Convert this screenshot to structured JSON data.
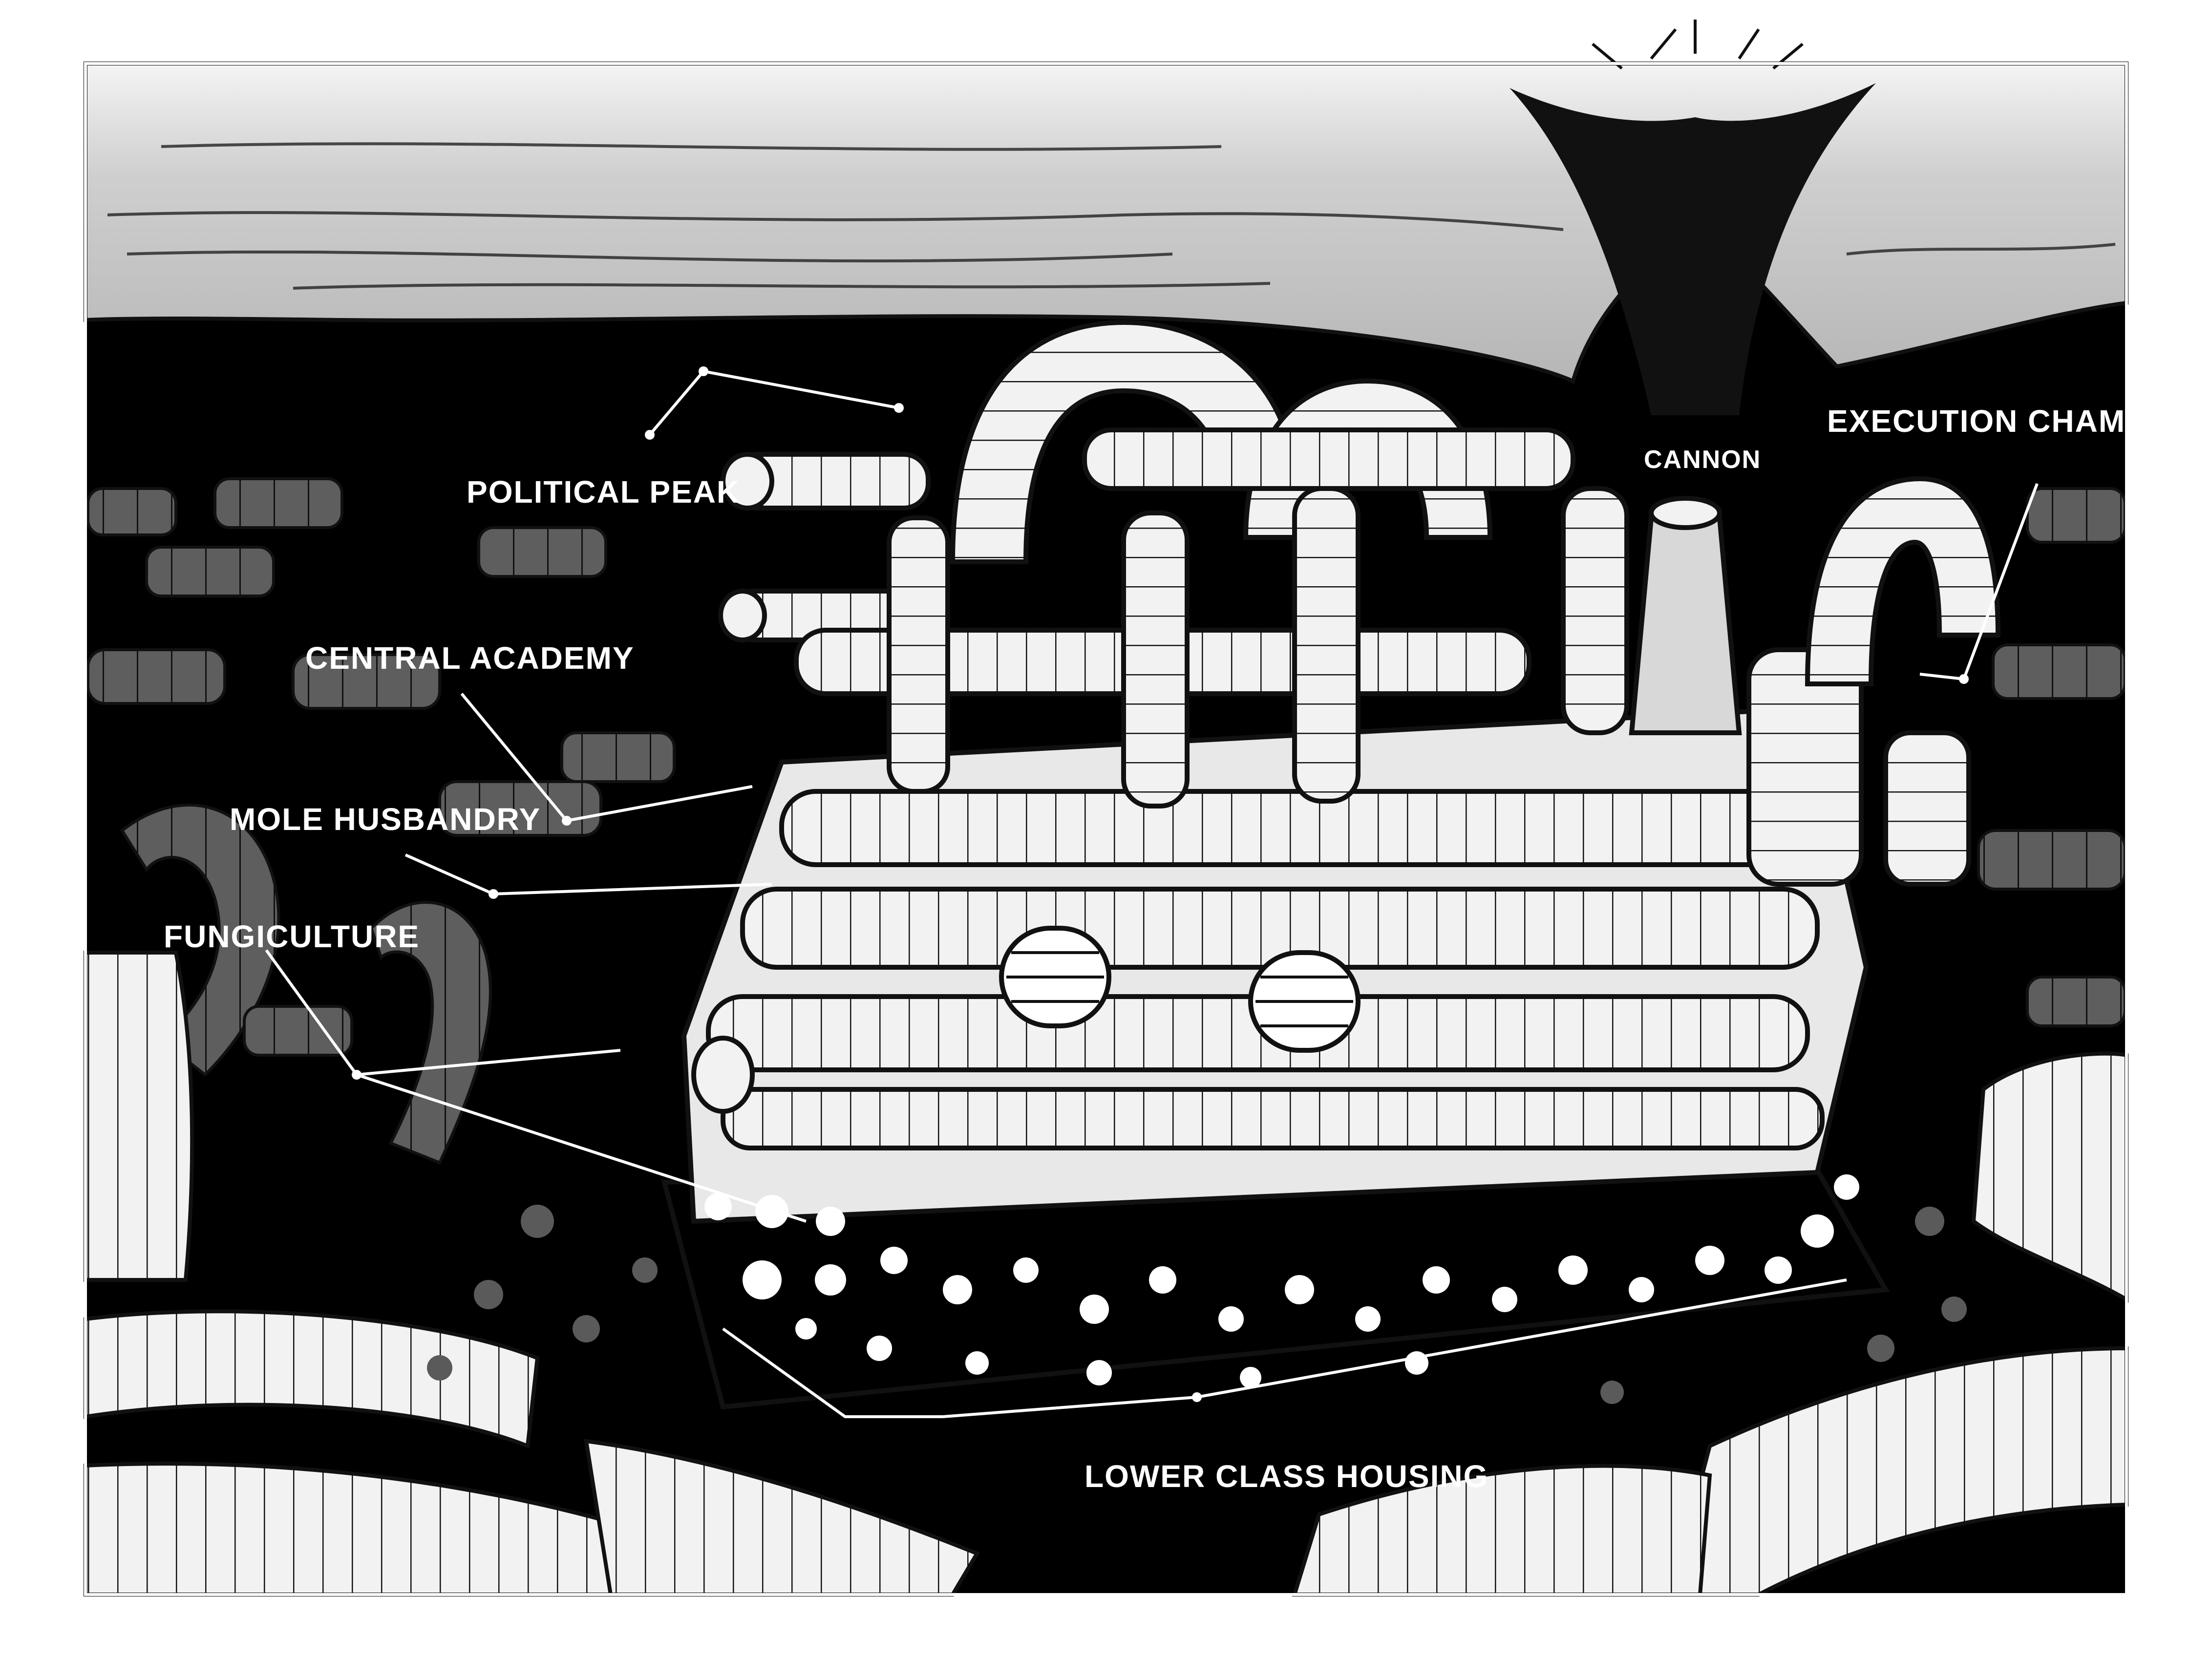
{
  "labels": {
    "political_peak": "POLITICAL PEAK",
    "central_academy": "CENTRAL ACADEMY",
    "mole_husbandry": "MOLE HUSBANDRY",
    "fungiculture": "FUNGICULTURE",
    "cannon": "CANNON",
    "execution_chamber": "EXECUTION CHAMBER",
    "lower_class_housing": "LOWER CLASS HOUSING"
  },
  "colors": {
    "background": "#000000",
    "border": "#ffffff",
    "soil": "#c8c8c8",
    "pipe_light": "#f2f2f2",
    "pipe_grey": "#6e6e6e",
    "label": "#ffffff"
  }
}
